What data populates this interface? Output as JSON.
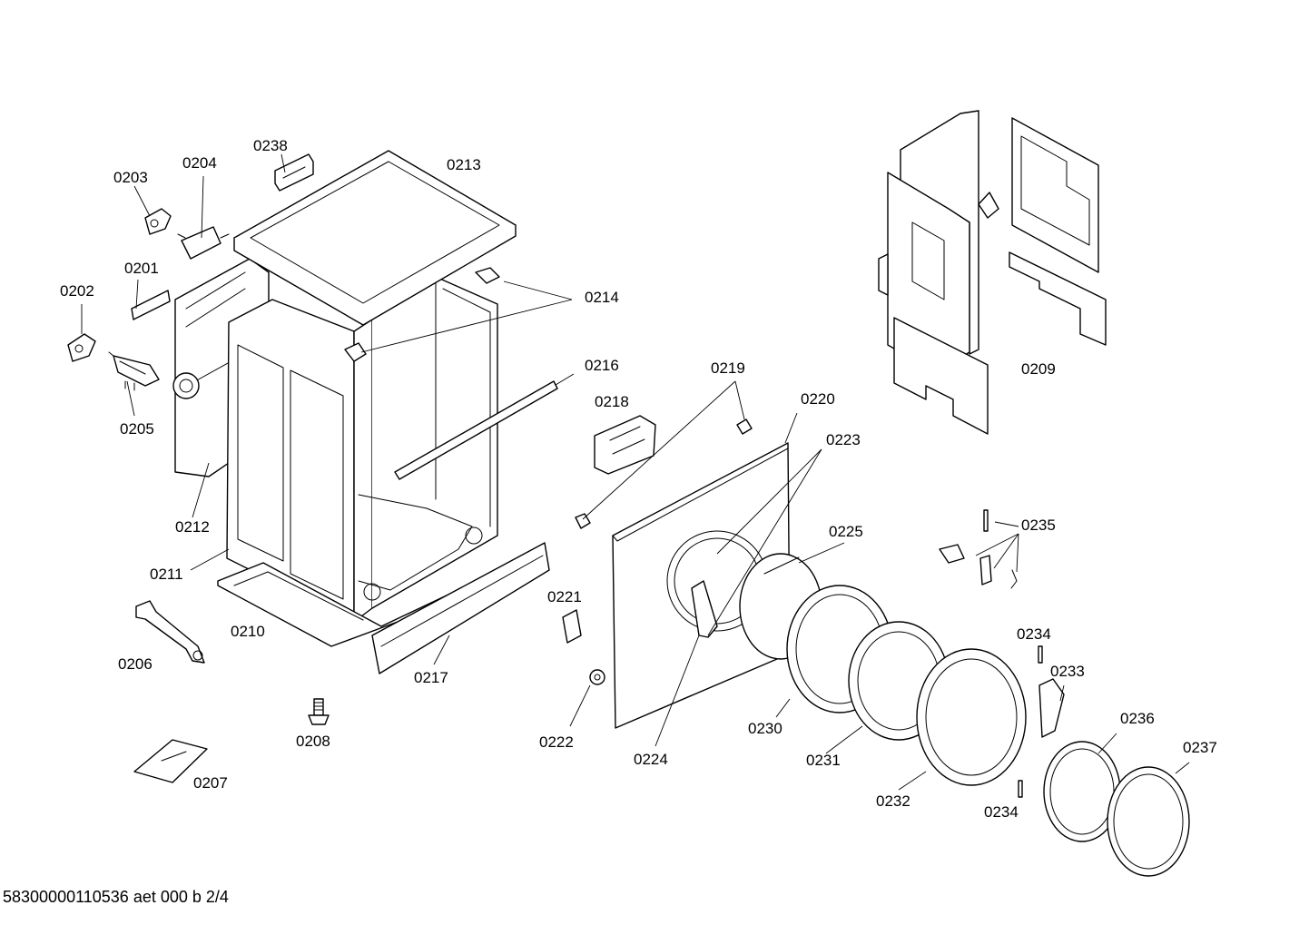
{
  "diagram": {
    "labels": {
      "p0201": "0201",
      "p0202": "0202",
      "p0203": "0203",
      "p0204": "0204",
      "p0205": "0205",
      "p0206": "0206",
      "p0207": "0207",
      "p0208": "0208",
      "p0209": "0209",
      "p0210": "0210",
      "p0211": "0211",
      "p0212": "0212",
      "p0213": "0213",
      "p0214": "0214",
      "p0216": "0216",
      "p0217": "0217",
      "p0218": "0218",
      "p0219": "0219",
      "p0220": "0220",
      "p0221": "0221",
      "p0222": "0222",
      "p0223": "0223",
      "p0224": "0224",
      "p0225": "0225",
      "p0230": "0230",
      "p0231": "0231",
      "p0232": "0232",
      "p0233": "0233",
      "p0234": "0234",
      "p0235": "0235",
      "p0236": "0236",
      "p0237": "0237",
      "p0238": "0238"
    }
  },
  "footer": {
    "text": "58300000110536 aet 000 b 2/4"
  }
}
